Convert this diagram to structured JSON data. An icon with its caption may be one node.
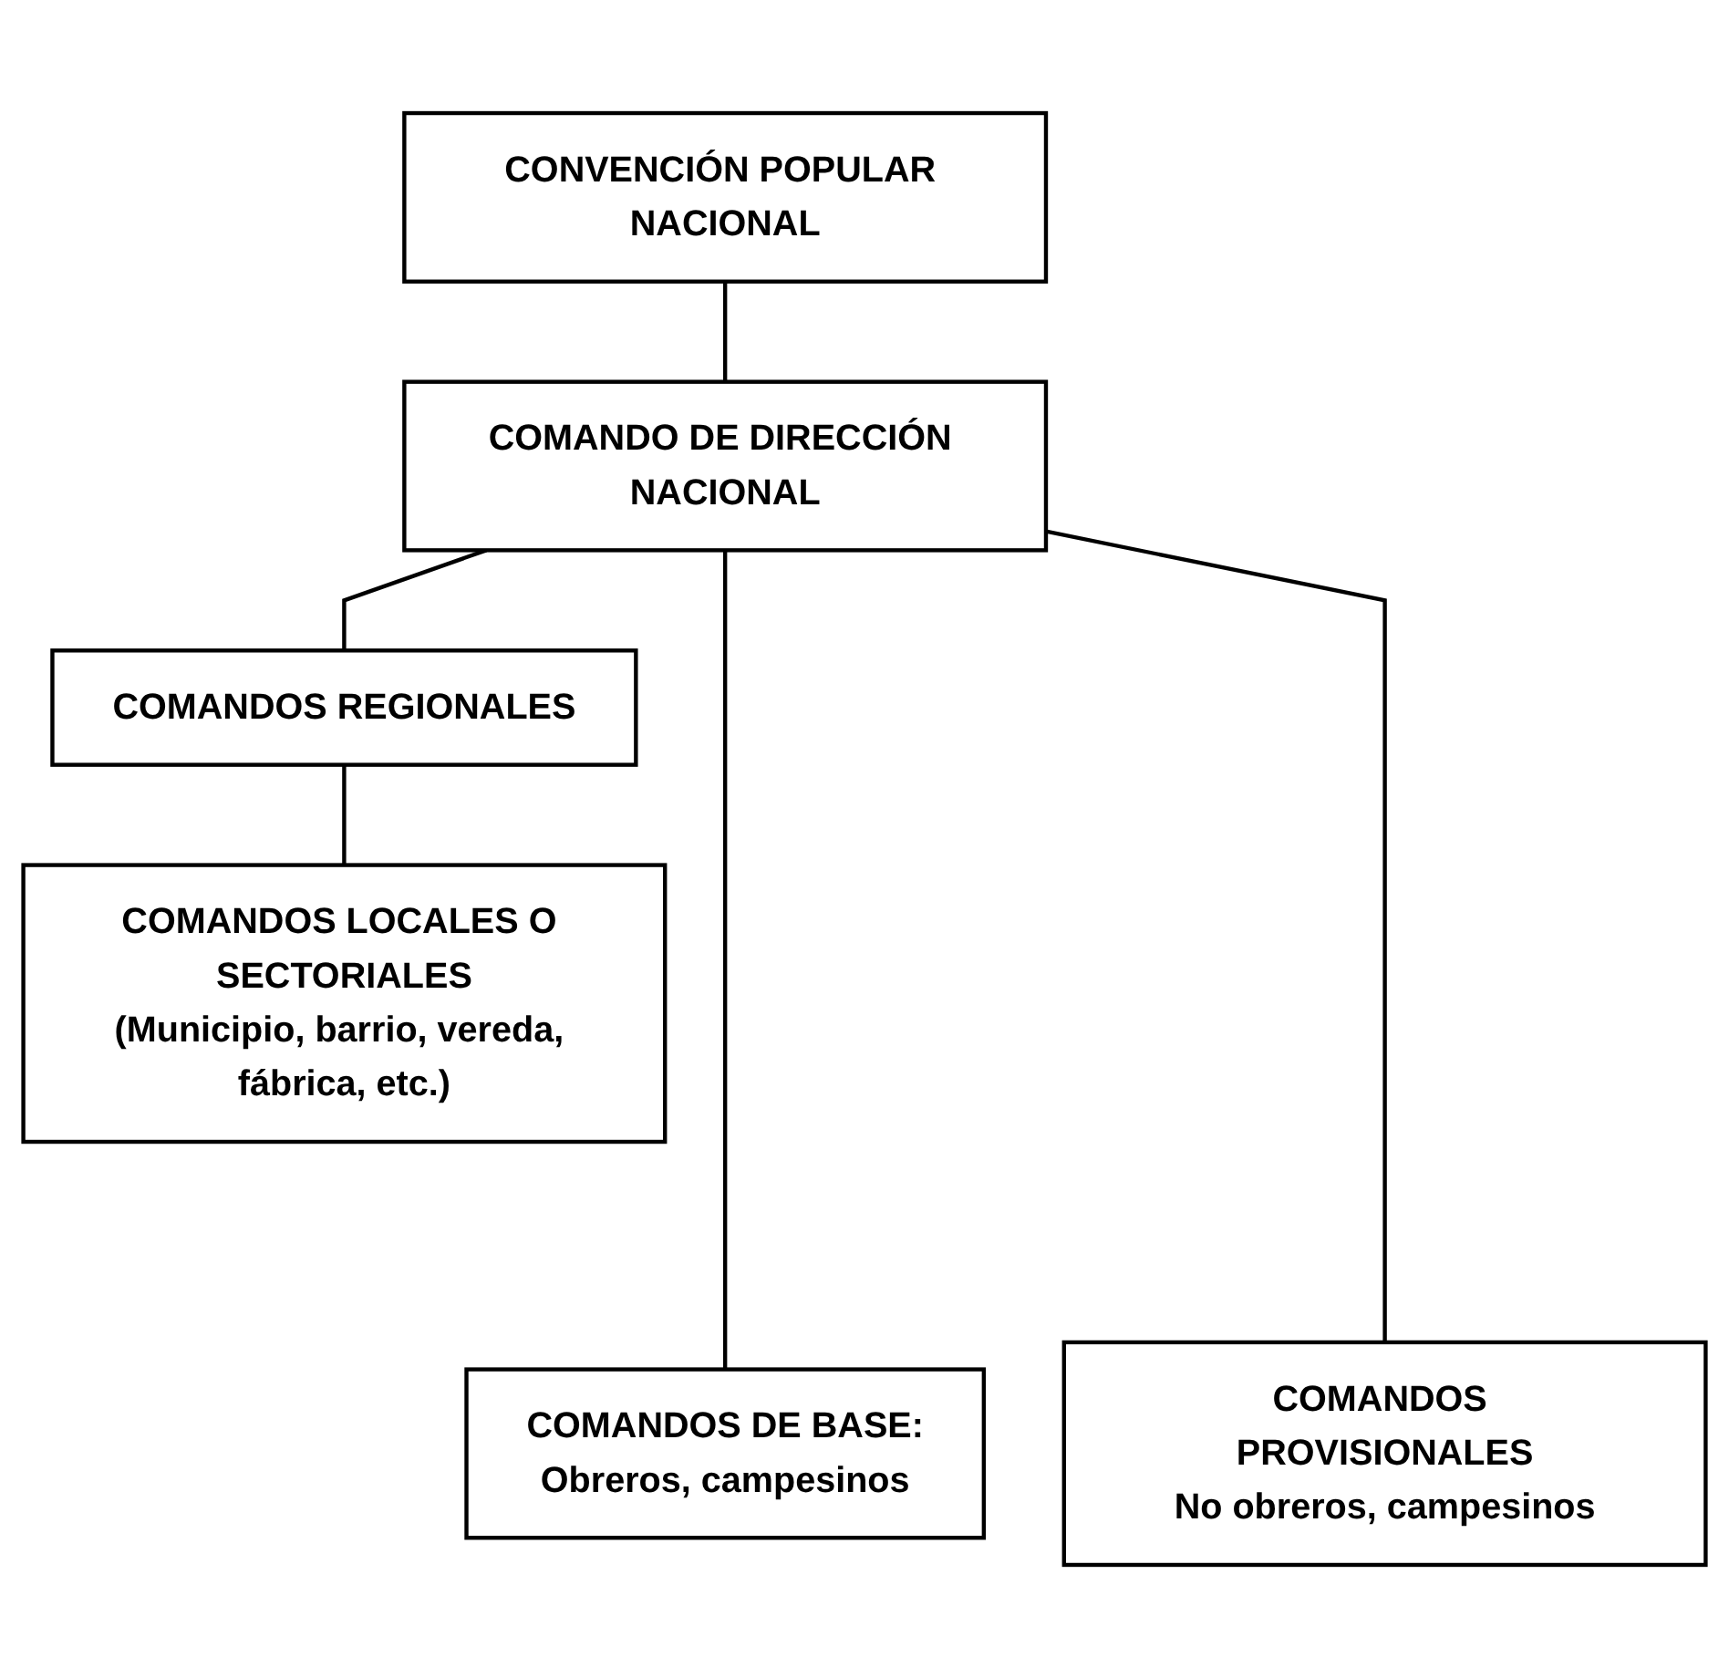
{
  "diagram": {
    "nodes": [
      {
        "text": [
          "CONVENCIÓN POPULAR NACIONAL"
        ]
      },
      {
        "text": [
          "COMANDO DE DIRECCIÓN NACIONAL"
        ]
      },
      {
        "text": [
          "COMANDOS REGIONALES"
        ]
      },
      {
        "text": [
          "COMANDOS LOCALES O SECTORIALES",
          "(Municipio, barrio, vereda, fábrica, etc.)"
        ]
      },
      {
        "text": [
          "COMANDOS DE BASE:",
          "Obreros, campesinos"
        ]
      },
      {
        "text": [
          "COMANDOS PROVISIONALES",
          "No obreros, campesinos"
        ]
      }
    ],
    "edges": [
      {
        "from": 0,
        "to": 1,
        "arrow": "none"
      },
      {
        "from": 1,
        "to": 2,
        "arrow": "none"
      },
      {
        "from": 2,
        "to": 3,
        "arrow": "none"
      },
      {
        "from": 1,
        "to": 4,
        "arrow": "none"
      },
      {
        "from": 1,
        "to": 5,
        "arrow": "none"
      }
    ]
  }
}
